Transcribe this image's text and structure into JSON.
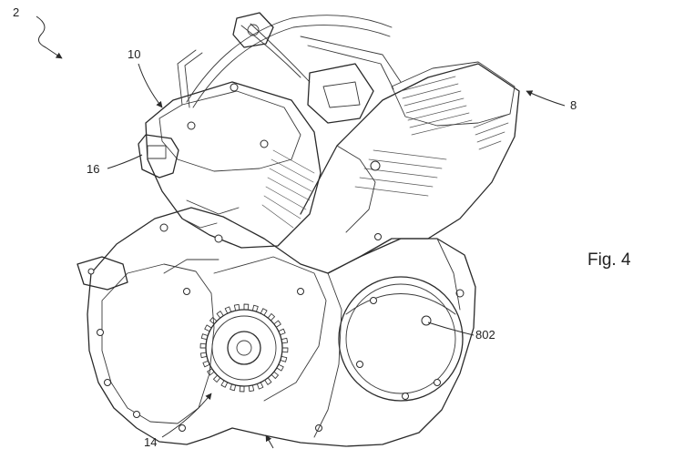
{
  "figure": {
    "caption": "Fig. 4",
    "labels": {
      "ref_2": "2",
      "ref_8": "8",
      "ref_10": "10",
      "ref_14": "14",
      "ref_16": "16",
      "ref_802": "802"
    }
  },
  "colors": {
    "ink": "#2a2a2a",
    "paper": "#ffffff"
  }
}
